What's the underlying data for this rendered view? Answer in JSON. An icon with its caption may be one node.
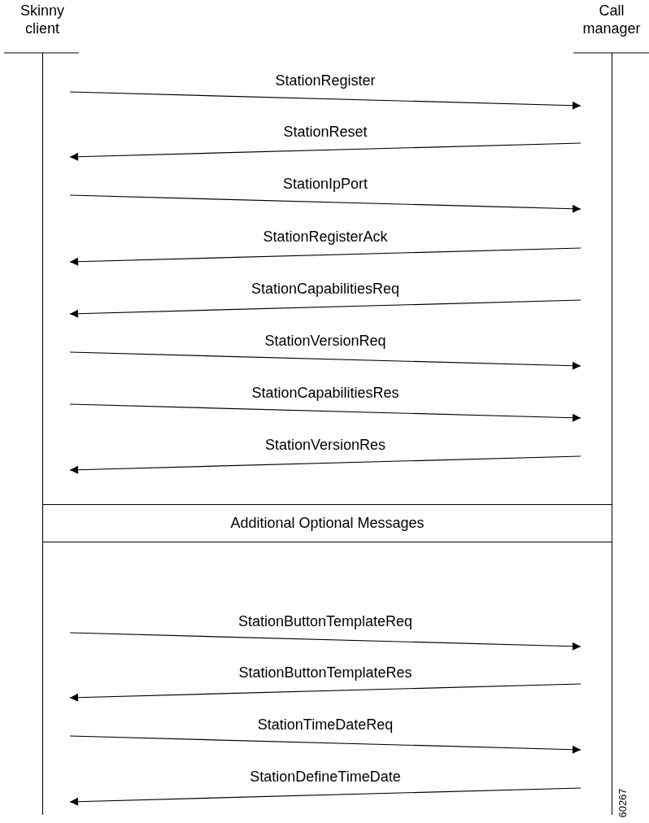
{
  "diagram": {
    "nodes": [
      {
        "text": [
          "Skinny client"
        ]
      },
      {
        "text": [
          "Call manager"
        ]
      },
      {
        "text": [
          "Additional Optional Messages"
        ]
      }
    ],
    "edges": [
      {
        "from": 0,
        "to": 1,
        "arrow": "to",
        "label": "StationRegister"
      },
      {
        "from": 1,
        "to": 0,
        "arrow": "to",
        "label": "StationReset"
      },
      {
        "from": 0,
        "to": 1,
        "arrow": "to",
        "label": "StationIpPort"
      },
      {
        "from": 1,
        "to": 0,
        "arrow": "to",
        "label": "StationRegisterAck"
      },
      {
        "from": 1,
        "to": 0,
        "arrow": "to",
        "label": "StationCapabilitiesReq"
      },
      {
        "from": 0,
        "to": 1,
        "arrow": "to",
        "label": "StationVersionReq"
      },
      {
        "from": 0,
        "to": 1,
        "arrow": "to",
        "label": "StationCapabilitiesRes"
      },
      {
        "from": 1,
        "to": 0,
        "arrow": "to",
        "label": "StationVersionRes"
      },
      {
        "from": 0,
        "to": 1,
        "arrow": "to",
        "label": "StationButtonTemplateReq"
      },
      {
        "from": 1,
        "to": 0,
        "arrow": "to",
        "label": "StationButtonTemplateRes"
      },
      {
        "from": 0,
        "to": 1,
        "arrow": "to",
        "label": "StationTimeDateReq"
      },
      {
        "from": 1,
        "to": 0,
        "arrow": "to",
        "label": "StationDefineTimeDate"
      }
    ],
    "labels": [
      "60267"
    ]
  }
}
